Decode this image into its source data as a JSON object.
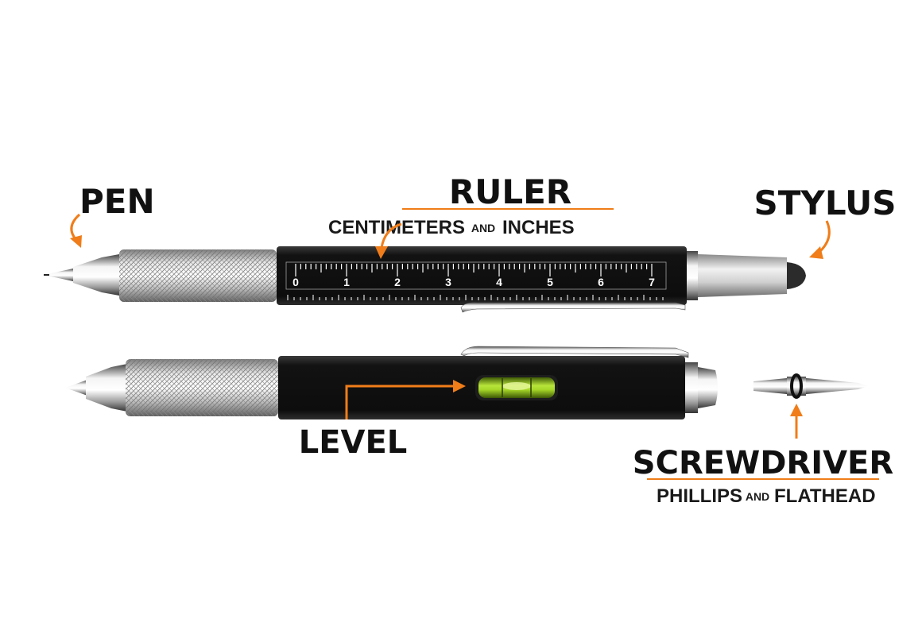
{
  "labels": {
    "pen": "PEN",
    "ruler": "RULER",
    "ruler_sub_a": "CENTIMETERS",
    "ruler_sub_and": "AND",
    "ruler_sub_b": "INCHES",
    "stylus": "STYLUS",
    "level": "LEVEL",
    "screwdriver": "SCREWDRIVER",
    "screw_sub_a": "PHILLIPS",
    "screw_sub_and": "AND",
    "screw_sub_b": "FLATHEAD"
  },
  "ruler_numbers": [
    "0",
    "1",
    "2",
    "3",
    "4",
    "5",
    "6",
    "7"
  ],
  "colors": {
    "accent": "#f07d19",
    "pen_body": "#1b1b1b",
    "metal": "#c9c9c9",
    "level_fluid": "#9ccc1e"
  }
}
